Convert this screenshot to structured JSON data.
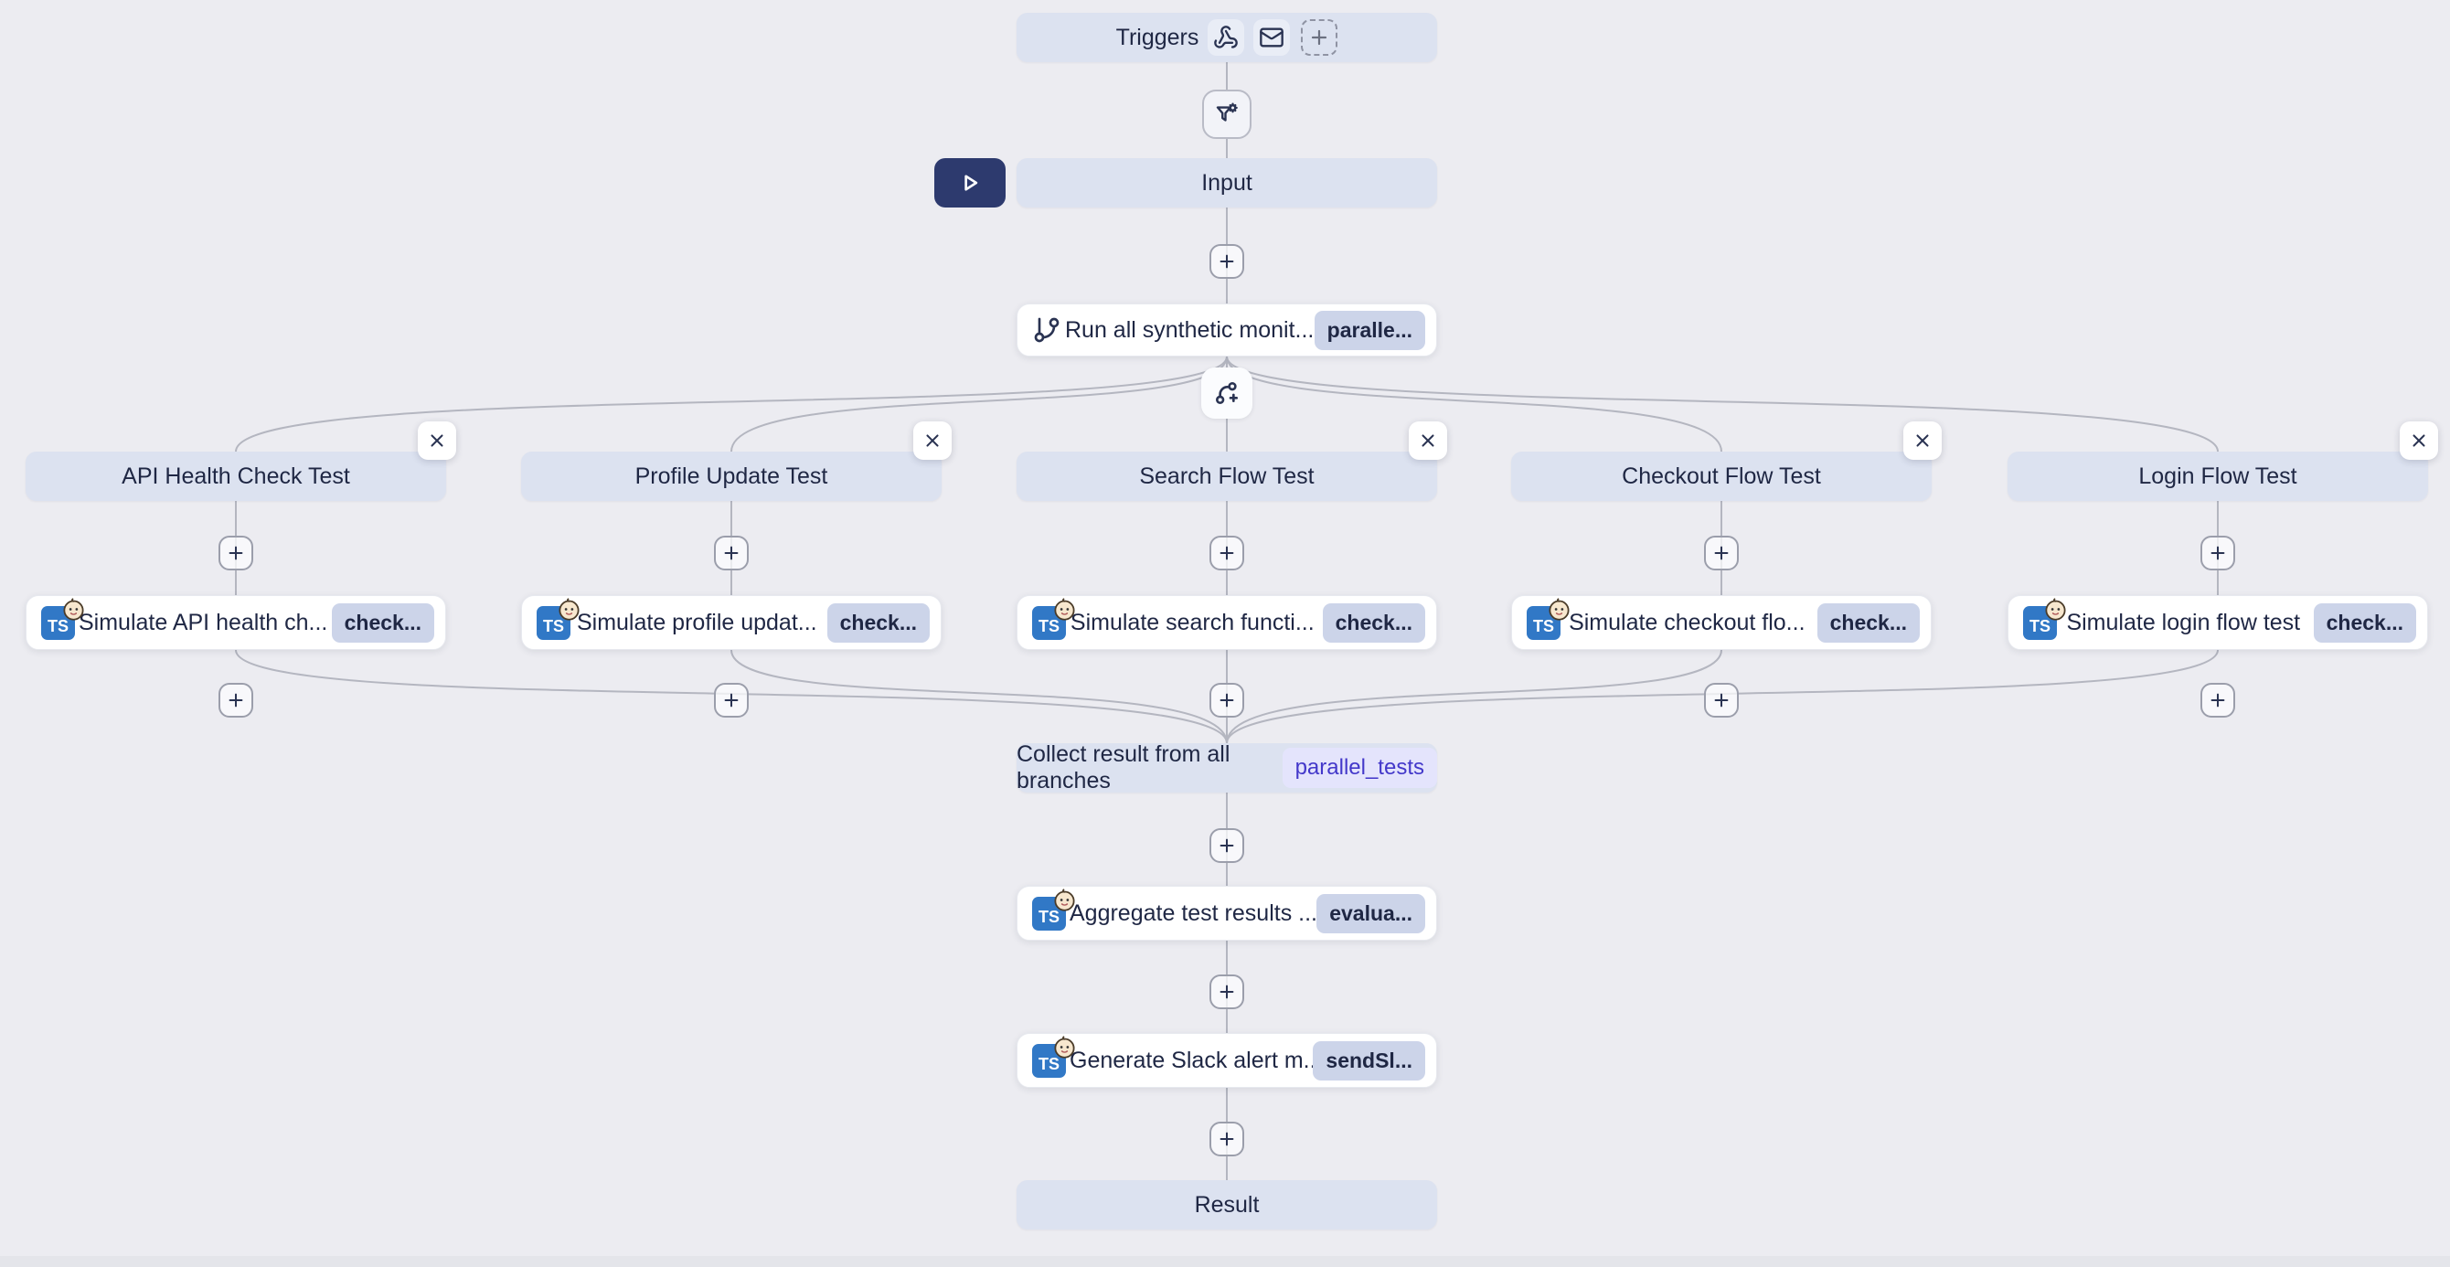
{
  "canvas": {
    "background": "#ececf1"
  },
  "colors": {
    "node_pill_bg": "#dce2f0",
    "node_text": "#1f2744",
    "card_bg": "#ffffff",
    "badge_bg": "#ccd4e9",
    "badge_text": "#1f2744",
    "indigo_badge_bg": "#e4e4fc",
    "indigo_badge_text": "#4338ca",
    "play_button_bg": "#2d3a6e",
    "ts_icon_blue": "#3178c6",
    "connector_line": "#b4b6c0"
  },
  "triggers": {
    "label": "Triggers",
    "icons": [
      "webhook-icon",
      "mail-icon",
      "add-trigger-plus-icon"
    ]
  },
  "input": {
    "label": "Input"
  },
  "run_step": {
    "label": "Run all synthetic monit...",
    "badge": "paralle...",
    "icon": "git-branch-icon"
  },
  "branches": [
    {
      "title": "API Health Check Test",
      "task": {
        "label": "Simulate API health ch...",
        "badge": "check...",
        "icon": "typescript-icon",
        "overlay": "baby-icon"
      }
    },
    {
      "title": "Profile Update Test",
      "task": {
        "label": "Simulate profile updat...",
        "badge": "check...",
        "icon": "typescript-icon",
        "overlay": "baby-icon"
      }
    },
    {
      "title": "Search Flow Test",
      "task": {
        "label": "Simulate search functi...",
        "badge": "check...",
        "icon": "typescript-icon",
        "overlay": "baby-icon"
      }
    },
    {
      "title": "Checkout Flow Test",
      "task": {
        "label": "Simulate checkout flo...",
        "badge": "check...",
        "icon": "typescript-icon",
        "overlay": "baby-icon"
      }
    },
    {
      "title": "Login Flow Test",
      "task": {
        "label": "Simulate login flow test",
        "badge": "check...",
        "icon": "typescript-icon",
        "overlay": "baby-icon"
      }
    }
  ],
  "collect_step": {
    "label": "Collect result from all branches",
    "badge": "parallel_tests"
  },
  "aggregate_step": {
    "label": "Aggregate test results ...",
    "badge": "evalua...",
    "icon": "typescript-icon",
    "overlay": "baby-icon"
  },
  "slack_step": {
    "label": "Generate Slack alert m...",
    "badge": "sendSl...",
    "icon": "typescript-icon",
    "overlay": "baby-icon"
  },
  "result": {
    "label": "Result"
  },
  "ts_icon_text": "TS"
}
